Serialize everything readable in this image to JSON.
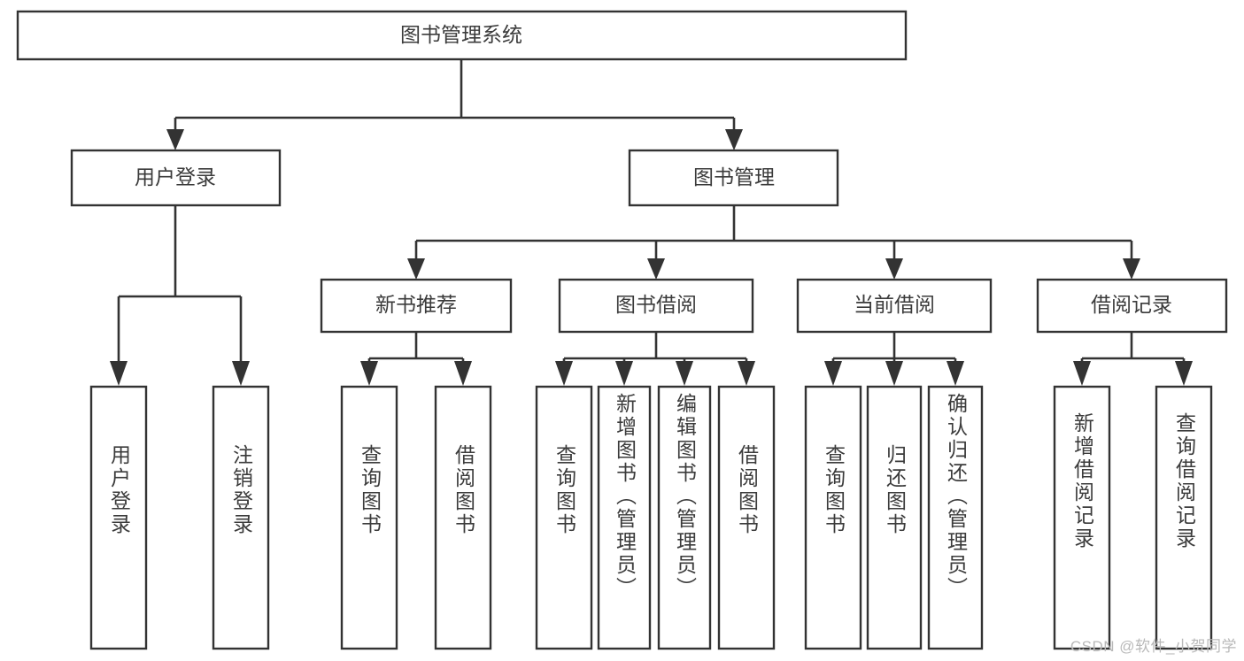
{
  "diagram": {
    "type": "tree",
    "title_node": {
      "id": "root",
      "label": "图书管理系统"
    },
    "level2": [
      {
        "id": "user-login",
        "label": "用户登录"
      },
      {
        "id": "book-manage",
        "label": "图书管理"
      }
    ],
    "level3": [
      {
        "id": "new-book-recommend",
        "label": "新书推荐",
        "parent": "book-manage"
      },
      {
        "id": "book-borrow",
        "label": "图书借阅",
        "parent": "book-manage"
      },
      {
        "id": "current-borrow",
        "label": "当前借阅",
        "parent": "book-manage"
      },
      {
        "id": "borrow-record",
        "label": "借阅记录",
        "parent": "book-manage"
      }
    ],
    "leaves": [
      {
        "id": "leaf-user-login",
        "label": "用户登录",
        "parent": "user-login"
      },
      {
        "id": "leaf-logout-login",
        "label": "注销登录",
        "parent": "user-login"
      },
      {
        "id": "leaf-query-book-1",
        "label": "查询图书",
        "parent": "new-book-recommend"
      },
      {
        "id": "leaf-borrow-book-1",
        "label": "借阅图书",
        "parent": "new-book-recommend"
      },
      {
        "id": "leaf-query-book-2",
        "label": "查询图书",
        "parent": "book-borrow"
      },
      {
        "id": "leaf-add-book",
        "label": "新增图书（管理员）",
        "parent": "book-borrow"
      },
      {
        "id": "leaf-edit-book",
        "label": "编辑图书（管理员）",
        "parent": "book-borrow"
      },
      {
        "id": "leaf-borrow-book-2",
        "label": "借阅图书",
        "parent": "book-borrow"
      },
      {
        "id": "leaf-query-book-3",
        "label": "查询图书",
        "parent": "current-borrow"
      },
      {
        "id": "leaf-return-book",
        "label": "归还图书",
        "parent": "current-borrow"
      },
      {
        "id": "leaf-confirm-return",
        "label": "确认归还（管理员）",
        "parent": "current-borrow"
      },
      {
        "id": "leaf-add-record",
        "label": "新增借阅记录",
        "parent": "borrow-record"
      },
      {
        "id": "leaf-query-record",
        "label": "查询借阅记录",
        "parent": "borrow-record"
      }
    ]
  },
  "watermark": {
    "text": "CSDN @软件_小贺同学"
  },
  "colors": {
    "stroke": "#333333",
    "text": "#3b3b3b",
    "background": "#ffffff",
    "watermark": "#b9b9b9"
  }
}
